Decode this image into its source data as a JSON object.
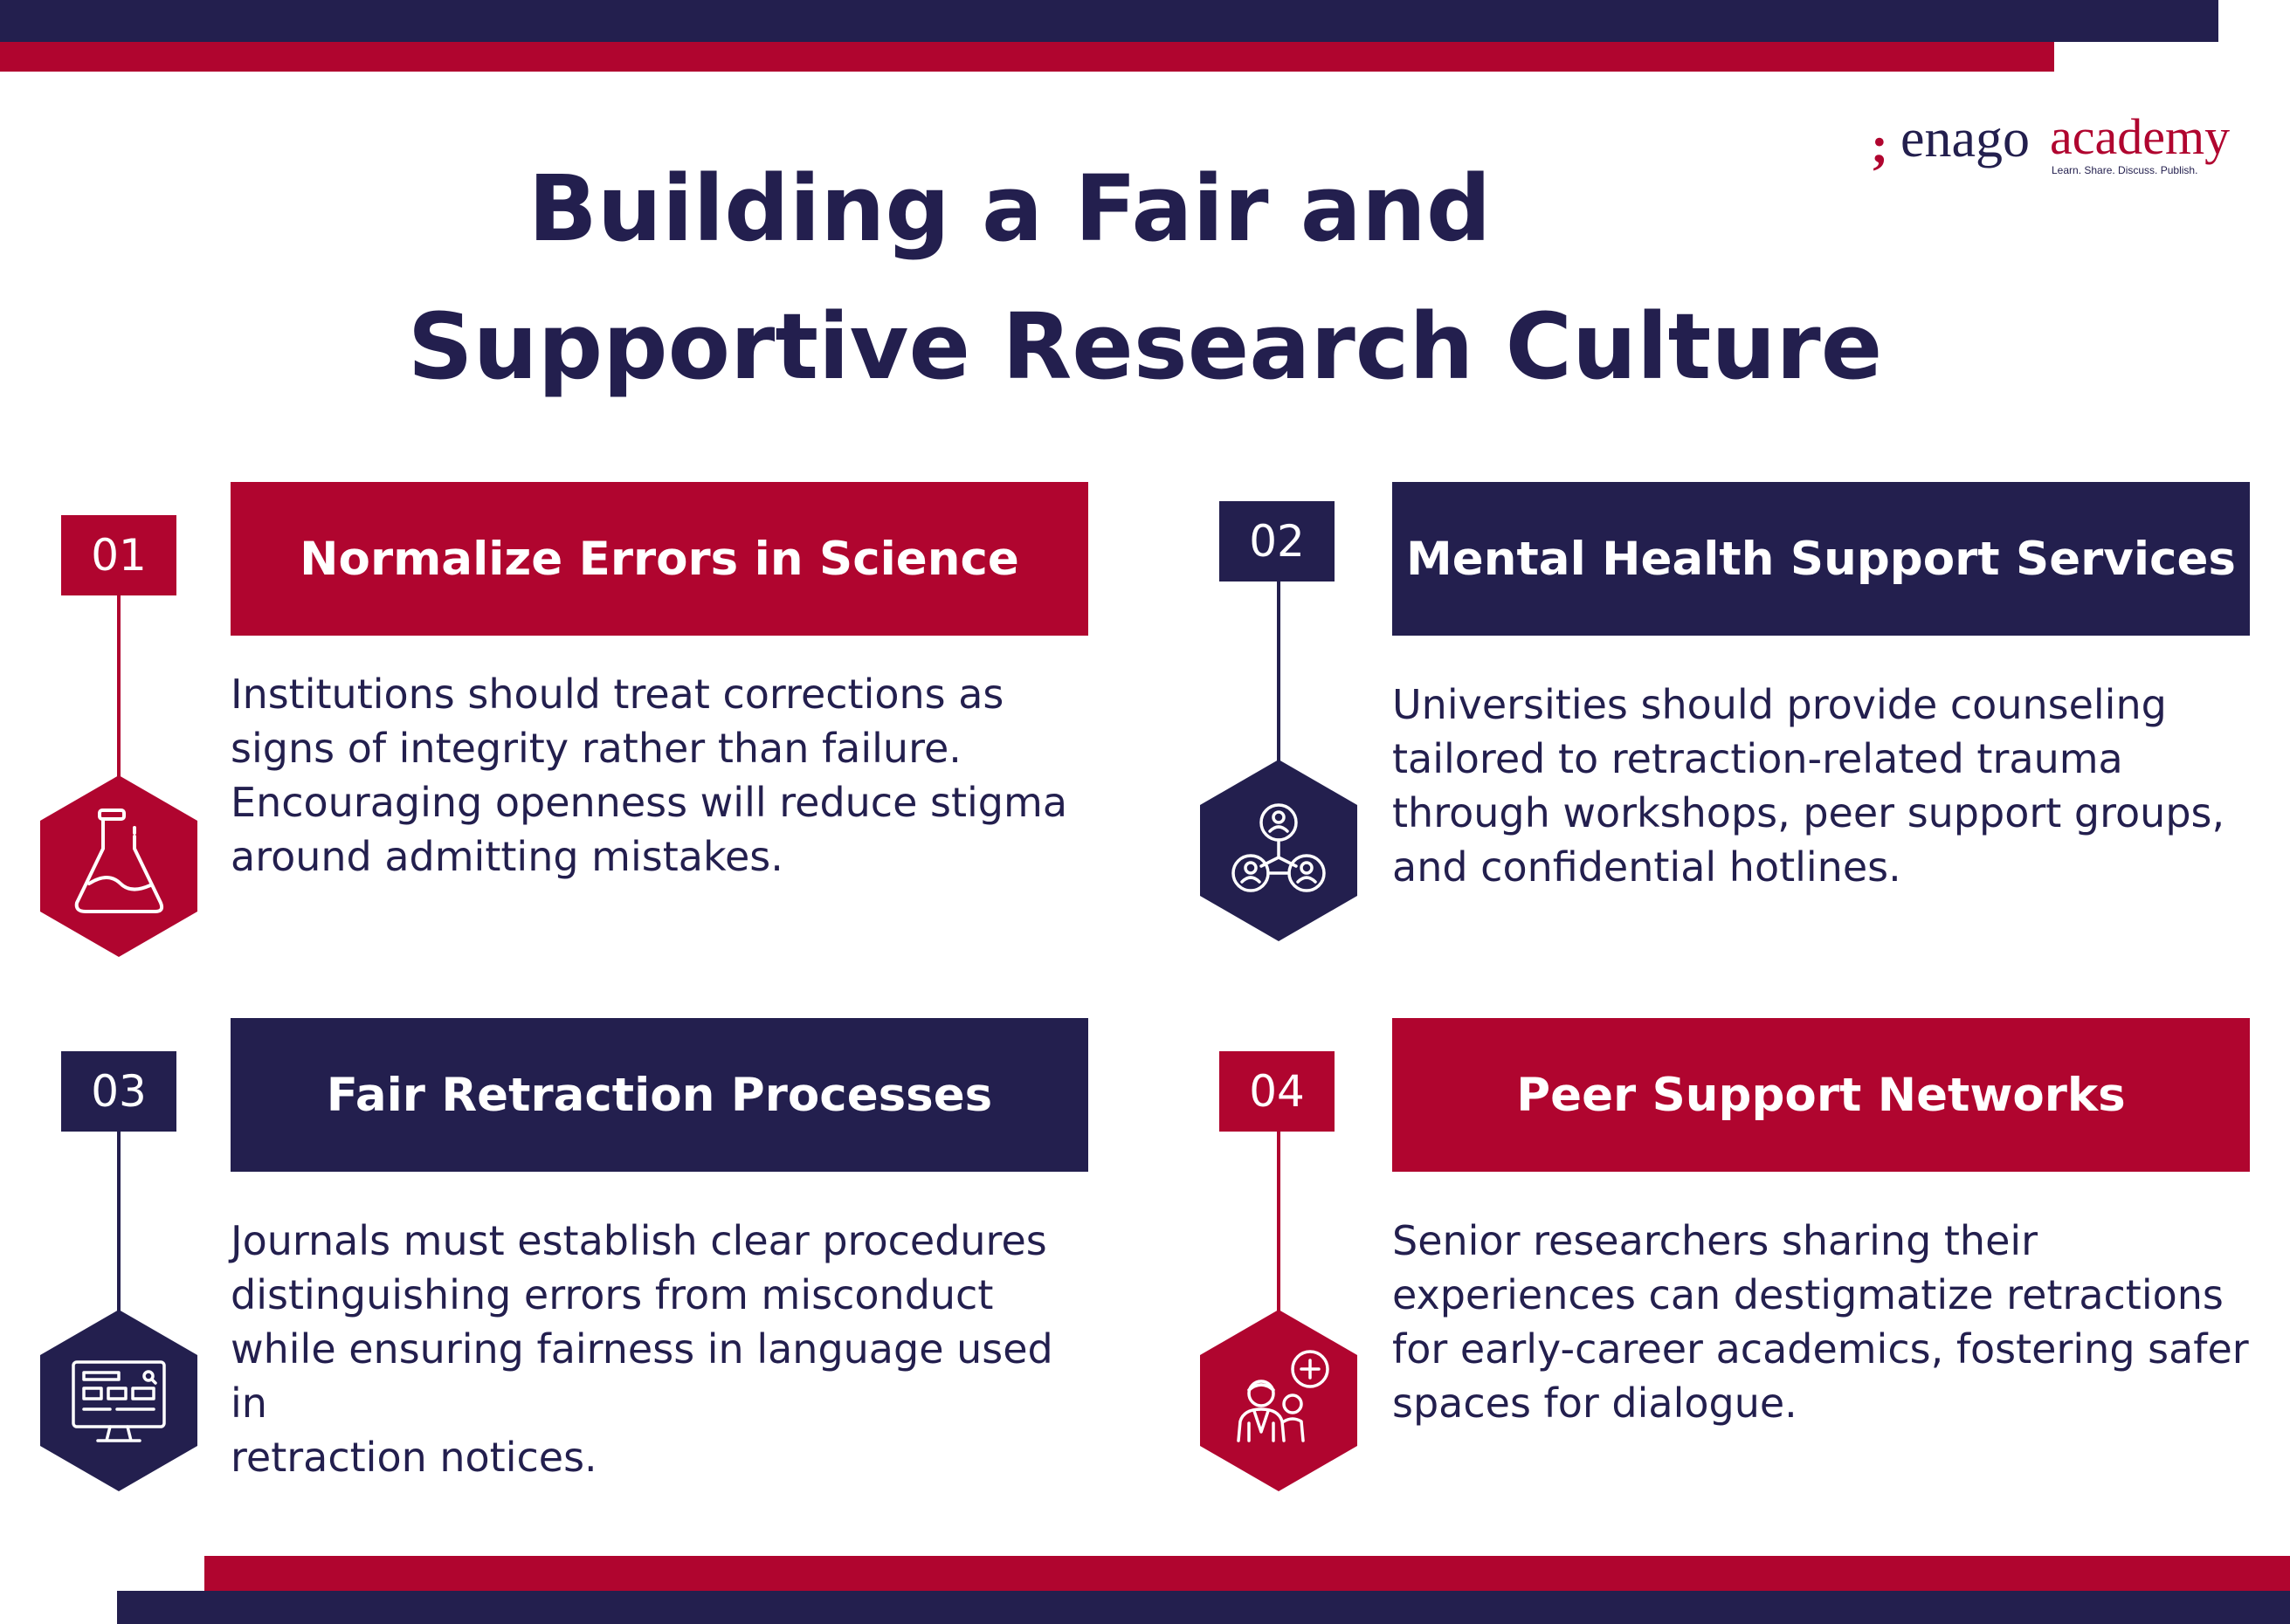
{
  "logo": {
    "mark": ";",
    "brand": "enago",
    "name": "academy",
    "tagline": "Learn. Share. Discuss. Publish."
  },
  "title": {
    "line1": "Building a Fair and",
    "line2": "Supportive Research Culture"
  },
  "colors": {
    "red": "#b0052f",
    "navy": "#231f4e"
  },
  "cards": [
    {
      "number": "01",
      "title": "Normalize Errors in Science",
      "text": [
        "Institutions should treat corrections as",
        "signs of integrity rather than failure.",
        "Encouraging openness will reduce stigma",
        "around admitting mistakes."
      ],
      "icon": "flask-icon",
      "color": "red"
    },
    {
      "number": "02",
      "title": "Mental Health Support Services",
      "text": [
        "Universities should provide counseling",
        "tailored to retraction-related trauma",
        "through workshops, peer support groups,",
        "and confidential hotlines."
      ],
      "icon": "people-network-icon",
      "color": "navy"
    },
    {
      "number": "03",
      "title": "Fair Retraction Processes",
      "text": [
        "Journals must establish clear procedures",
        "distinguishing errors from misconduct",
        "while ensuring fairness in language used in",
        "retraction notices."
      ],
      "icon": "monitor-dashboard-icon",
      "color": "navy"
    },
    {
      "number": "04",
      "title": "Peer Support Networks",
      "text": [
        "Senior researchers sharing their",
        "experiences can destigmatize retractions",
        "for early-career academics, fostering safer",
        "spaces for dialogue."
      ],
      "icon": "doctor-support-icon",
      "color": "red"
    }
  ]
}
